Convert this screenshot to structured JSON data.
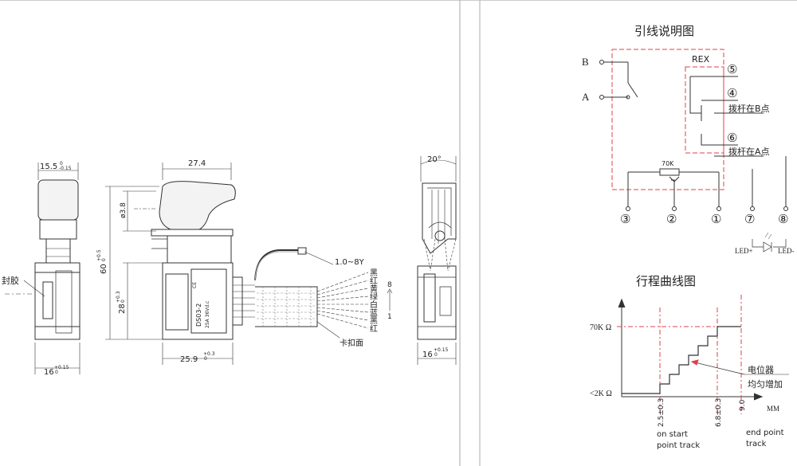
{
  "left_drawing": {
    "dims": {
      "d_15_5": "15.5",
      "d_15_5_tol": "0",
      "d_15_5_tol2": "-0.15",
      "d_27_4": "27.4",
      "d_3_8": "ø3.8",
      "d_60": "60",
      "d_60_tol": "+0.5",
      "d_60_tol2": "0",
      "d_28": "28",
      "d_28_tol": "+0.3",
      "d_28_tol2": "0",
      "d_25_9": "25.9",
      "d_25_9_tol": "+0.3",
      "d_25_9_tol2": "0",
      "d_16a": "16",
      "d_16a_tol": "+0.15",
      "d_16a_tol2": "0",
      "d_16b": "16",
      "d_16b_tol": "+0.15",
      "d_16b_tol2": "0",
      "d_angle": "20°"
    },
    "labels": {
      "seal": "封胶",
      "wire_gauge": "1.0~8Y",
      "clip_face": "卡扣面",
      "num_8": "8",
      "num_1": "1"
    },
    "wire_colors": [
      "黑",
      "红",
      "黄",
      "绿",
      "白",
      "蓝",
      "黑",
      "红"
    ],
    "switch_text": {
      "line1": "DS03-2",
      "line2": "25A 36Vd.c",
      "brand": "CE"
    }
  },
  "wiring": {
    "title": "引线说明图",
    "rex": "REX",
    "b": "B",
    "a": "A",
    "pot": "70K",
    "c5": "⑤",
    "c4": "④",
    "c6": "⑥",
    "lever_b": "拨杆在B点",
    "lever_a": "拨杆在A点",
    "c3": "③",
    "c2": "②",
    "c1": "①",
    "c7": "⑦",
    "c8": "⑧",
    "led_plus": "LED+",
    "led_minus": "LED-"
  },
  "travel": {
    "title": "行程曲线图",
    "y_high": "70K Ω",
    "y_low": "<2K Ω",
    "x1": "2.5±0.3",
    "x2": "6.8±0.3",
    "x3": "9.0",
    "unit": "MM",
    "pot_note1": "电位器",
    "pot_note2": "均匀增加",
    "start_1": "on start",
    "start_2": "point track",
    "end_1": "end point",
    "end_2": "track"
  },
  "colors": {
    "line": "#333333",
    "red_dash": "#e0404a",
    "divider": "#b0b0b0"
  }
}
